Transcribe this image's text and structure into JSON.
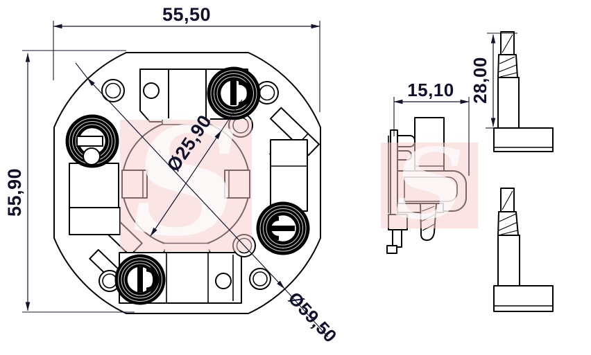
{
  "drawing": {
    "colors": {
      "line": "#000000",
      "dimension_text": "#10102c",
      "watermark_pink": "#f6caca"
    },
    "watermark_letter": "S",
    "dimensions": {
      "overall_width": "55,50",
      "overall_height": "55,90",
      "bore_diameter": "Ø25,90",
      "outer_diameter": "Ø59,50",
      "side_view_width": "15,10",
      "brush_height": "28,00"
    }
  }
}
